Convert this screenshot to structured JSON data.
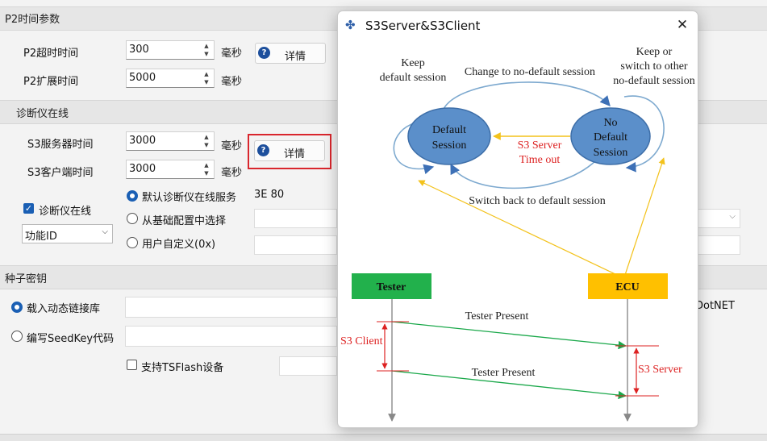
{
  "p2": {
    "section": "P2时间参数",
    "timeout_label": "P2超时时间",
    "timeout_value": "300",
    "ext_label": "P2扩展时间",
    "ext_value": "5000",
    "unit": "毫秒",
    "detail_btn": "详情"
  },
  "online": {
    "section": "诊断仪在线",
    "s3server_label": "S3服务器时间",
    "s3server_value": "3000",
    "s3client_label": "S3客户端时间",
    "s3client_value": "3000",
    "unit": "毫秒",
    "detail_btn": "详情",
    "checkbox_label": "诊断仪在线",
    "func_id": "功能ID",
    "radio_default": "默认诊断仪在线服务",
    "radio_default_value": "3E 80",
    "radio_base": "从基础配置中选择",
    "radio_custom": "用户自定义(0x)"
  },
  "seed": {
    "section": "种子密钥",
    "radio_dll": "载入动态链接库",
    "radio_code": "编写SeedKey代码",
    "tsflash_label": "支持TSFlash设备",
    "dotnet": "DotNET"
  },
  "dialog": {
    "title": "S3Server&S3Client",
    "keep_default": [
      "Keep",
      "default session"
    ],
    "change_non_default": "Change to no-default session",
    "keep_switch": [
      "Keep or",
      "switch to other",
      "no-default session"
    ],
    "default_session": [
      "Default",
      "Session"
    ],
    "no_default_session": [
      "No",
      "Default",
      "Session"
    ],
    "timeout": [
      "S3 Server",
      "Time out"
    ],
    "switch_back": "Switch back to default session",
    "tester": "Tester",
    "ecu": "ECU",
    "tester_present_1": "Tester Present",
    "tester_present_2": "Tester Present",
    "s3_client": "S3 Client",
    "s3_server": "S3 Server"
  }
}
